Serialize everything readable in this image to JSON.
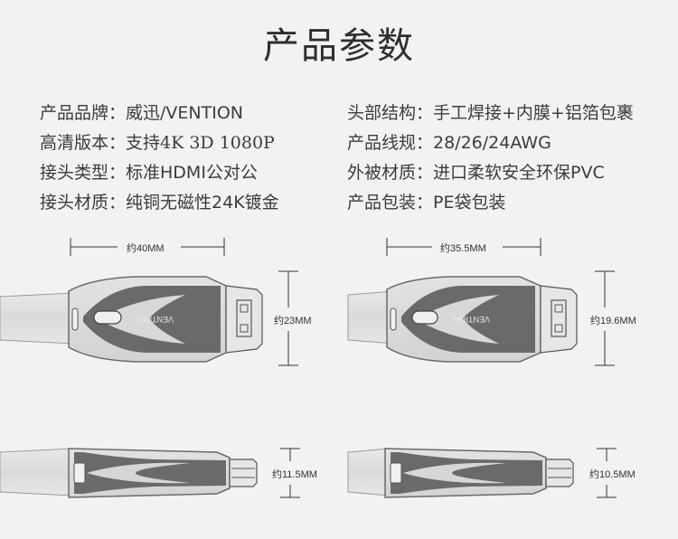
{
  "page": {
    "title": "产品参数"
  },
  "specs_left": [
    {
      "label": "产品品牌：",
      "value": "威迅/VENTION"
    },
    {
      "label": "高清版本：",
      "value": "支持4K 3D 1080P"
    },
    {
      "label": "接头类型：",
      "value": "标准HDMI公对公"
    },
    {
      "label": "接头材质：",
      "value": "纯铜无磁性24K镀金"
    }
  ],
  "specs_right": [
    {
      "label": "头部结构：",
      "value": "手工焊接+内膜+铝箔包裹"
    },
    {
      "label": "产品线规：",
      "value": "28/26/24AWG"
    },
    {
      "label": "外被材质：",
      "value": "进口柔软安全环保PVC"
    },
    {
      "label": "产品包装：",
      "value": "PE袋包装"
    }
  ],
  "dimensions": {
    "left_top_width": "约40MM",
    "left_top_height": "约23MM",
    "right_top_width": "约35.5MM",
    "right_top_height": "约19.6MM",
    "left_side_height": "约11.5MM",
    "right_side_height": "约10.5MM"
  },
  "colors": {
    "background": "#f2f2f2",
    "connector_body": "#dcdcdc",
    "connector_dark": "#5f5f5f",
    "line": "#333333"
  },
  "icons": {
    "connector_brand_text": "VENTION"
  }
}
